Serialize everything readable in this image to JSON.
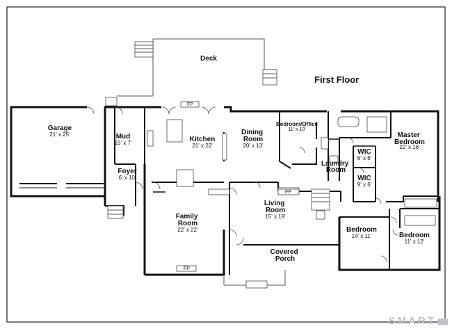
{
  "floor_title": "First Floor",
  "rooms": [
    {
      "id": "deck",
      "name": "Deck",
      "size": ""
    },
    {
      "id": "garage",
      "name": "Garage",
      "size": "21' x 25'"
    },
    {
      "id": "mud",
      "name": "Mud",
      "size": "15' x 7'"
    },
    {
      "id": "foyer",
      "name": "Foyer",
      "size": "6' x 10'"
    },
    {
      "id": "kitchen",
      "name": "Kitchen",
      "size": "21' x 22'"
    },
    {
      "id": "dining",
      "name": "Dining Room",
      "size": "20' x 13'"
    },
    {
      "id": "bedroom-office",
      "name": "Bedroom/Office",
      "size": "11' x 10'"
    },
    {
      "id": "laundry",
      "name": "Laundry Room",
      "size": ""
    },
    {
      "id": "master",
      "name": "Master Bedroom",
      "size": "22' x 16'"
    },
    {
      "id": "wic1",
      "name": "WIC",
      "size": "6' x 6'"
    },
    {
      "id": "wic2",
      "name": "WIC",
      "size": "9' x 6'"
    },
    {
      "id": "family",
      "name": "Family Room",
      "size": "22' x 22'"
    },
    {
      "id": "living",
      "name": "Living Room",
      "size": "15' x 19'"
    },
    {
      "id": "bedroom2",
      "name": "Bedroom",
      "size": "14' x 11'"
    },
    {
      "id": "bedroom3",
      "name": "Bedroom",
      "size": "11' x 12'"
    },
    {
      "id": "porch",
      "name": "Covered Porch",
      "size": ""
    }
  ],
  "fireplace_label": "FP",
  "brand": "SMART"
}
